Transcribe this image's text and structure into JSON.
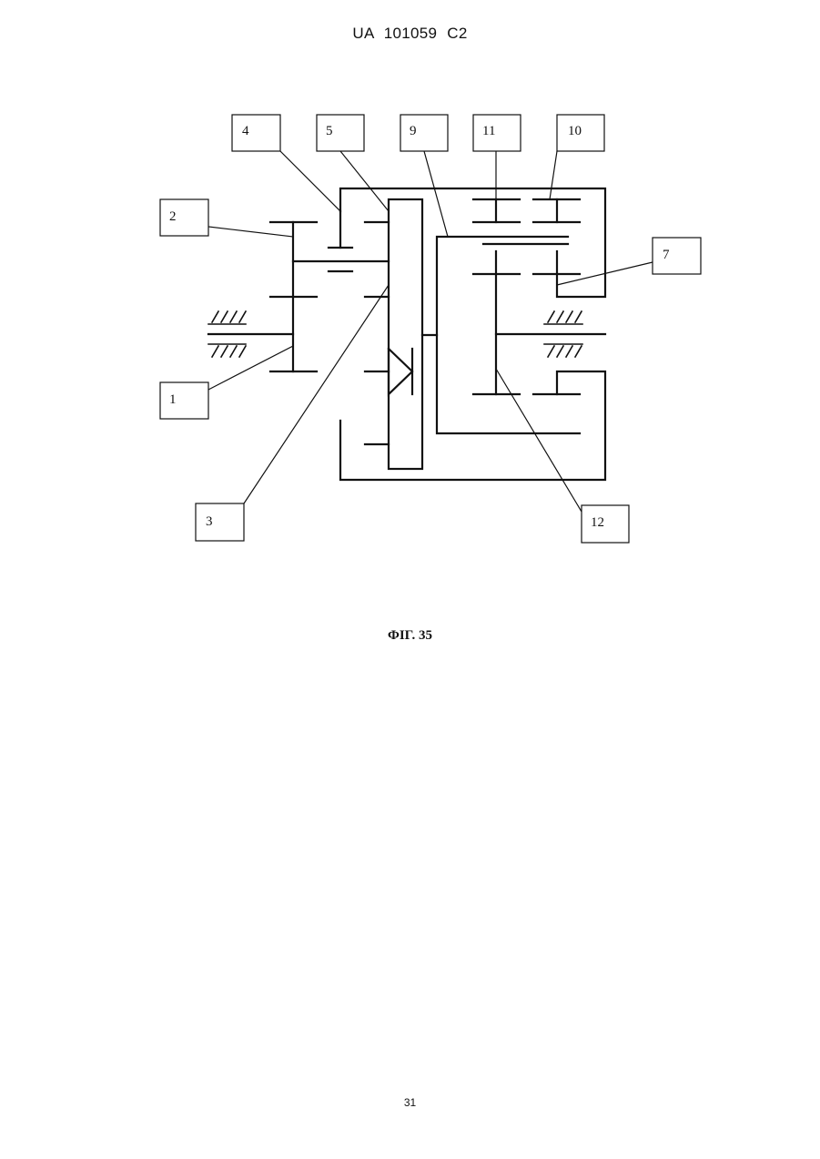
{
  "header": {
    "patent_number": "UA 101059 C2"
  },
  "figure": {
    "caption": "ФІГ. 35",
    "labels": [
      {
        "id": "1",
        "text": "1"
      },
      {
        "id": "2",
        "text": "2"
      },
      {
        "id": "3",
        "text": "3"
      },
      {
        "id": "4",
        "text": "4"
      },
      {
        "id": "5",
        "text": "5"
      },
      {
        "id": "7",
        "text": "7"
      },
      {
        "id": "9",
        "text": "9"
      },
      {
        "id": "10",
        "text": "10"
      },
      {
        "id": "11",
        "text": "11"
      },
      {
        "id": "12",
        "text": "12"
      }
    ]
  },
  "footer": {
    "page_number": "31"
  },
  "colors": {
    "ink": "#111111",
    "paper": "#ffffff"
  }
}
